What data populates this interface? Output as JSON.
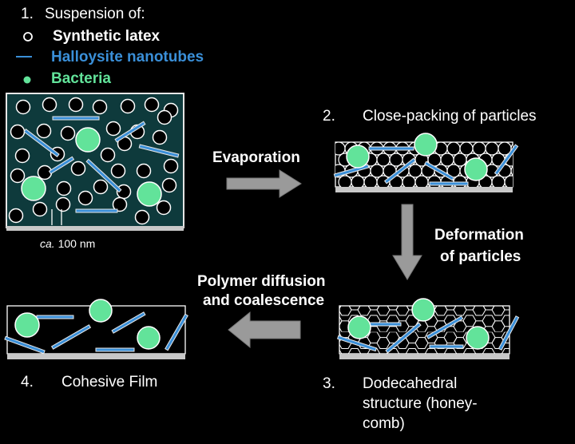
{
  "colors": {
    "background": "#000000",
    "latex": "#ffffff",
    "halloysite": "#3a8fd8",
    "bacteria": "#62e39a",
    "suspension_bg": "#0e3a3c",
    "substrate": "#c8c8c8"
  },
  "legend": {
    "step": "1.",
    "title": "Suspension of:",
    "items": [
      {
        "symbol": "○",
        "label": "Synthetic latex"
      },
      {
        "symbol": "–",
        "label": "Halloysite nanotubes"
      },
      {
        "symbol": "●",
        "label": "Bacteria"
      }
    ]
  },
  "scale_label": {
    "prefix": "ca.",
    "value": "100 nm"
  },
  "steps": {
    "close_packing": {
      "number": "2.",
      "label": "Close-packing of particles"
    },
    "dodecahedral": {
      "number": "3.",
      "line1": "Dodecahedral",
      "line2": "structure (honey-",
      "line3": "comb)"
    },
    "cohesive": {
      "number": "4.",
      "label": "Cohesive Film"
    }
  },
  "arrows": {
    "evaporation": "Evaporation",
    "deformation": {
      "line1": "Deformation",
      "line2": "of particles"
    },
    "diffusion": {
      "line1": "Polymer diffusion",
      "line2": "and coalescence"
    }
  }
}
